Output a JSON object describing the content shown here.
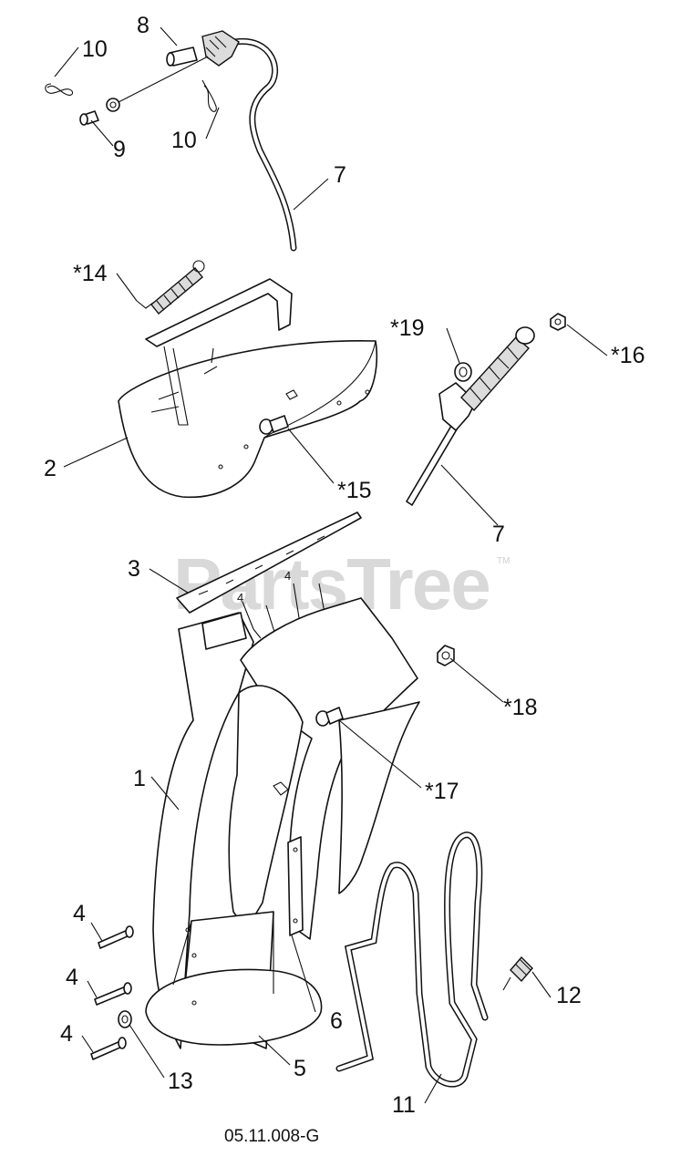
{
  "watermark": {
    "text": "PartsTree",
    "trademark": "TM"
  },
  "document_number": "05.11.008-G",
  "callouts": {
    "c1": "1",
    "c2": "2",
    "c3": "3",
    "c4_top_a": "4",
    "c4_top_b": "4",
    "c4_left_a": "4",
    "c4_left_b": "4",
    "c4_left_c": "4",
    "c5": "5",
    "c6": "6",
    "c7_cable": "7",
    "c7_crank": "7",
    "c8": "8",
    "c9": "9",
    "c10_left": "10",
    "c10_right": "10",
    "c11": "11",
    "c12": "12",
    "c13": "13",
    "c14": "*14",
    "c15": "*15",
    "c16": "*16",
    "c17": "*17",
    "c18": "*18",
    "c19": "*19"
  },
  "colors": {
    "line": "#111111",
    "fill": "#ffffff",
    "shade": "#dcdcdc",
    "watermark": "#d9d9d9"
  }
}
